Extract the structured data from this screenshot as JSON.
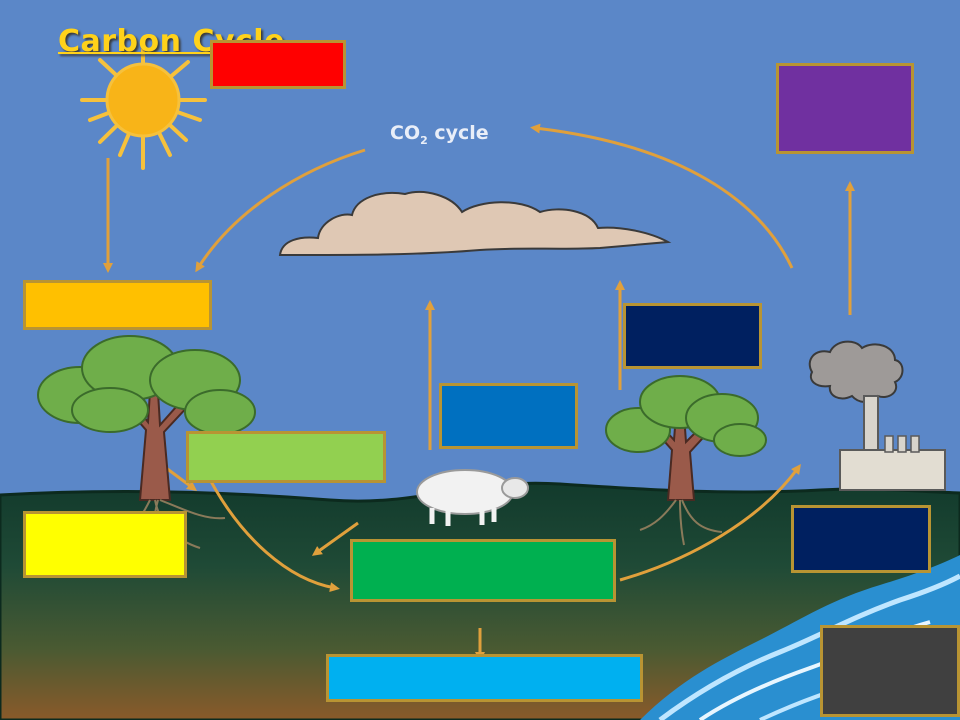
{
  "title": "Carbon Cycle",
  "cycle_label": {
    "main": "CO",
    "subscript": "2",
    "rest": " cycle"
  },
  "colors": {
    "sky": "#5b87c8",
    "arrow": "#e0a03c",
    "box_border": "#b89433",
    "title": "#ffd21a"
  },
  "label_boxes": [
    {
      "name": "red-label-box",
      "color": "#ff0000"
    },
    {
      "name": "purple-label-box",
      "color": "#7030a0"
    },
    {
      "name": "orange-label-box",
      "color": "#ffc000"
    },
    {
      "name": "navy-label-box-upper",
      "color": "#002060"
    },
    {
      "name": "blue-label-box",
      "color": "#0070c0"
    },
    {
      "name": "light-green-label-box",
      "color": "#92d050"
    },
    {
      "name": "yellow-label-box",
      "color": "#ffff00"
    },
    {
      "name": "green-label-box",
      "color": "#00b050"
    },
    {
      "name": "navy-label-box-lower",
      "color": "#002060"
    },
    {
      "name": "light-blue-label-box",
      "color": "#00b0f0"
    },
    {
      "name": "dark-gray-label-box",
      "color": "#404040"
    }
  ]
}
